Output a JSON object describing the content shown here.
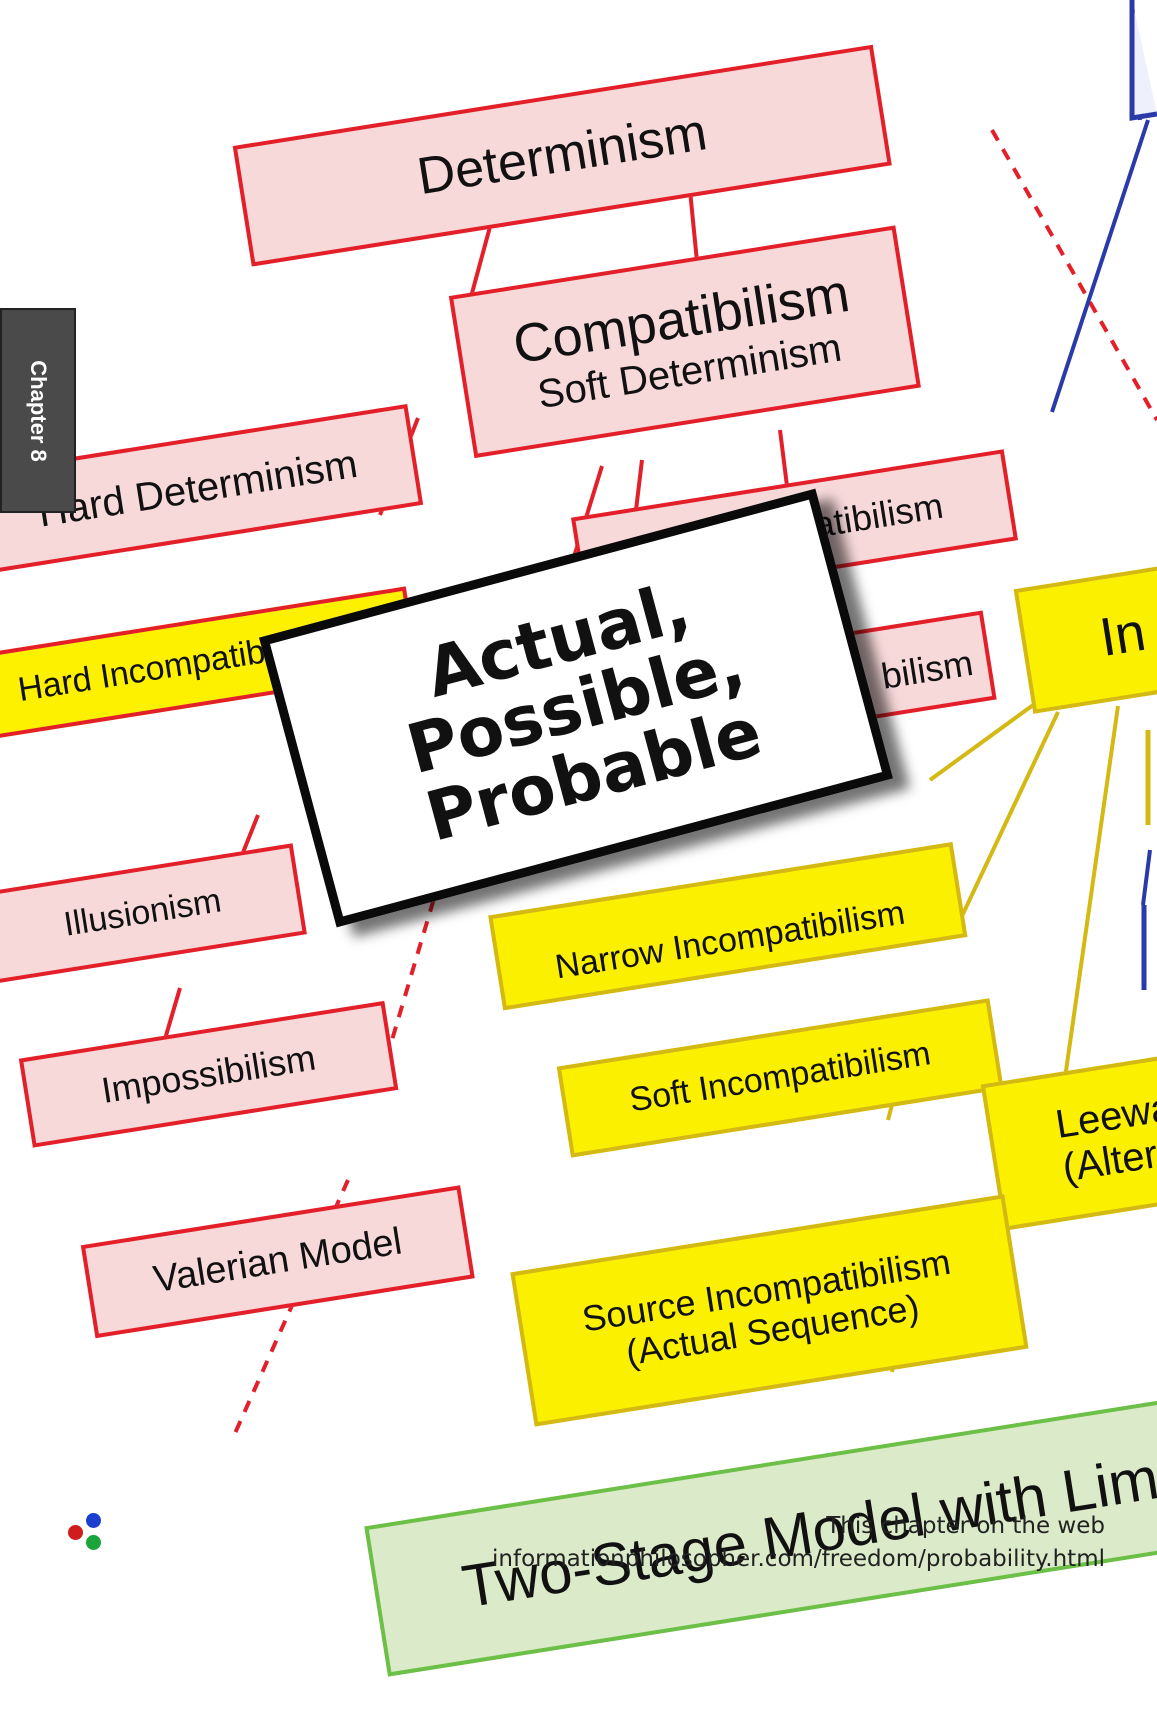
{
  "chapter_tab": "Chapter 8",
  "title": [
    "Actual,",
    "Possible,",
    "Probable"
  ],
  "nodes": {
    "determinism": "Determinism",
    "compatibilism": "Compatibilism",
    "soft_determinism": "Soft Determinism",
    "hard_determinism": "Hard Determinism",
    "soft_compatibilism": "Soft Compatibilism",
    "hard_incompatibilism": "Hard Incompatibilism",
    "partial_bilism": "bilism",
    "partial_in": "In",
    "illusionism": "Illusionism",
    "narrow_incompatibilism": "Narrow Incompatibilism",
    "impossibilism": "Impossibilism",
    "soft_incompatibilism": "Soft Incompatibilism",
    "valerian_model": "Valerian Model",
    "leeway_1": "Leeway",
    "leeway_2": "(Alterna",
    "source_incompatibilism": "Source Incompatibilism",
    "actual_sequence": "(Actual Sequence)",
    "two_stage_model": "Two-Stage Model with Limited"
  },
  "footer": {
    "line1": "This chapter on the web",
    "line2": "informationphilosopher.com/freedom/probability.html"
  },
  "colors": {
    "pink_fill": "#f7d9da",
    "red_border": "#e3202a",
    "yellow_fill": "#fdf100",
    "gold_border": "#d4b814",
    "green_fill": "#dbeac9",
    "green_border": "#6cbf47",
    "blue_line": "#2a3aa8",
    "logo_red": "#d01c1c",
    "logo_blue": "#1c3fd0",
    "logo_green": "#1ba43a"
  }
}
